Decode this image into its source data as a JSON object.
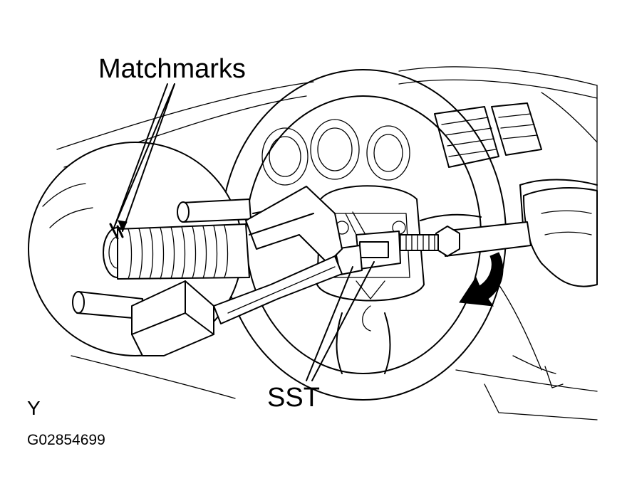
{
  "labels": {
    "matchmarks": "Matchmarks",
    "sst": "SST",
    "view_letter": "Y",
    "figure_code": "G02854699"
  },
  "icons": {
    "rotation_arrow": "curved-arrow-icon"
  },
  "colors": {
    "line": "#000000",
    "background": "#ffffff"
  }
}
